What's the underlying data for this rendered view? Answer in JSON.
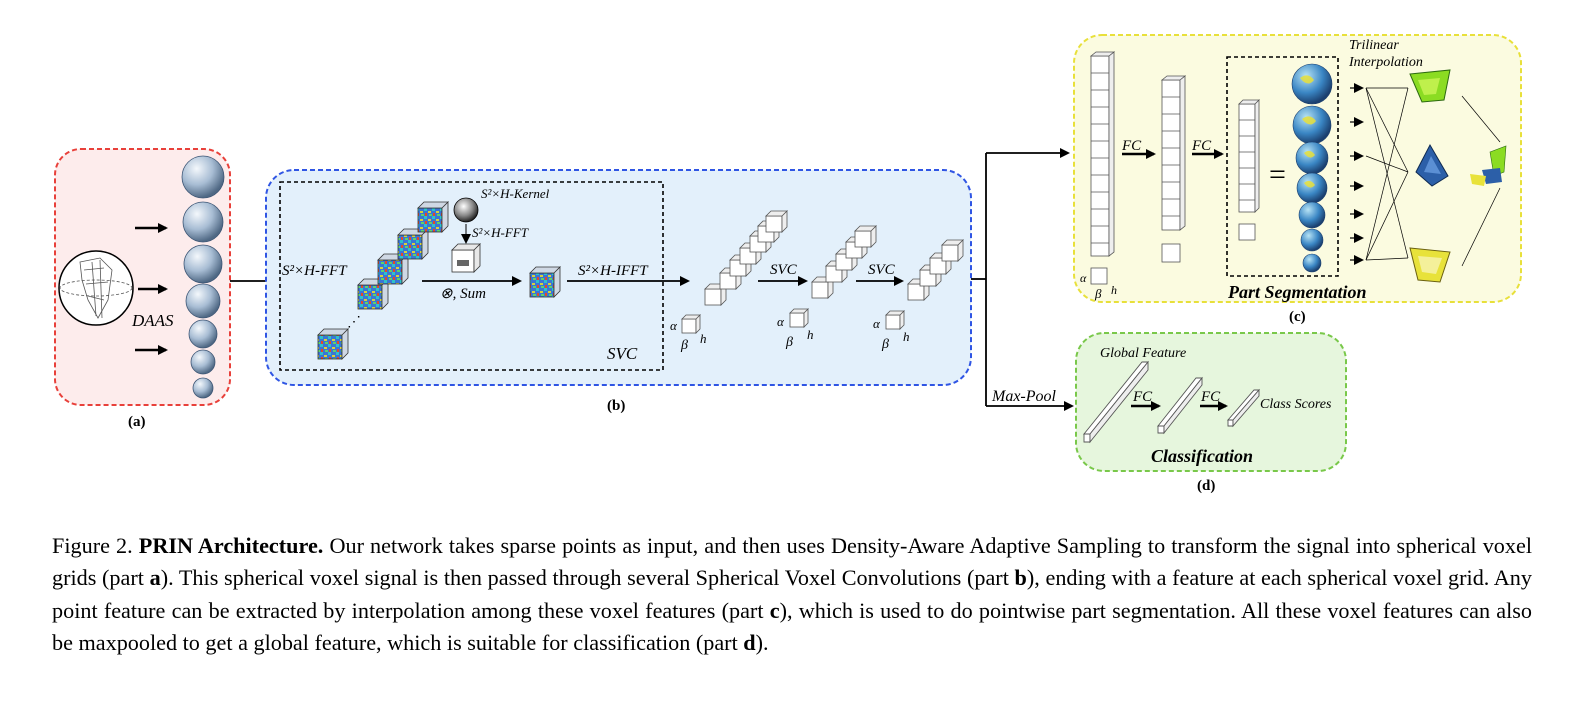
{
  "panel_a": {
    "label": "(a)",
    "daas": "DAAS"
  },
  "panel_b": {
    "label": "(b)",
    "kernel": "S²×H-Kernel",
    "fft_small": "S²×H-FFT",
    "fft": "S²×H-FFT",
    "ifft": "S²×H-IFFT",
    "sum": "⊗, Sum",
    "svc_inner": "SVC",
    "svc1": "SVC",
    "svc2": "SVC",
    "alpha": "α",
    "beta": "β",
    "h": "h"
  },
  "panel_c": {
    "label": "(c)",
    "fc1": "FC",
    "fc2": "FC",
    "trilinear_1": "Trilinear",
    "trilinear_2": "Interpolation",
    "title": "Part Segmentation",
    "equals": "="
  },
  "panel_d": {
    "label": "(d)",
    "maxpool": "Max-Pool",
    "global_feature": "Global Feature",
    "fc1": "FC",
    "fc2": "FC",
    "class_scores": "Class Scores",
    "title": "Classification"
  },
  "colors": {
    "panel_a_border": "#e8403a",
    "panel_a_fill": "#fdecec",
    "panel_b_border": "#2f55e4",
    "panel_b_fill": "#e3f0fb",
    "panel_c_border": "#e8e03a",
    "panel_c_fill": "#fbfbe0",
    "panel_d_border": "#79c84a",
    "panel_d_fill": "#e6f6dd"
  },
  "caption": {
    "figno": "Figure 2.",
    "title": "PRIN Architecture.",
    "t1": " Our network takes sparse points as input, and then uses Density-Aware Adaptive Sampling to transform the signal into spherical voxel grids (part ",
    "p_a": "a",
    "t2": "). This spherical voxel signal is then passed through several Spherical Voxel Convolutions (part ",
    "p_b": "b",
    "t3": "), ending with a feature at each spherical voxel grid. Any point feature can be extracted by interpolation among these voxel features (part ",
    "p_c": "c",
    "t4": "), which is used to do pointwise part segmentation. All these voxel features can also be maxpooled to get a global feature, which is suitable for classification (part ",
    "p_d": "d",
    "t5": ")."
  }
}
